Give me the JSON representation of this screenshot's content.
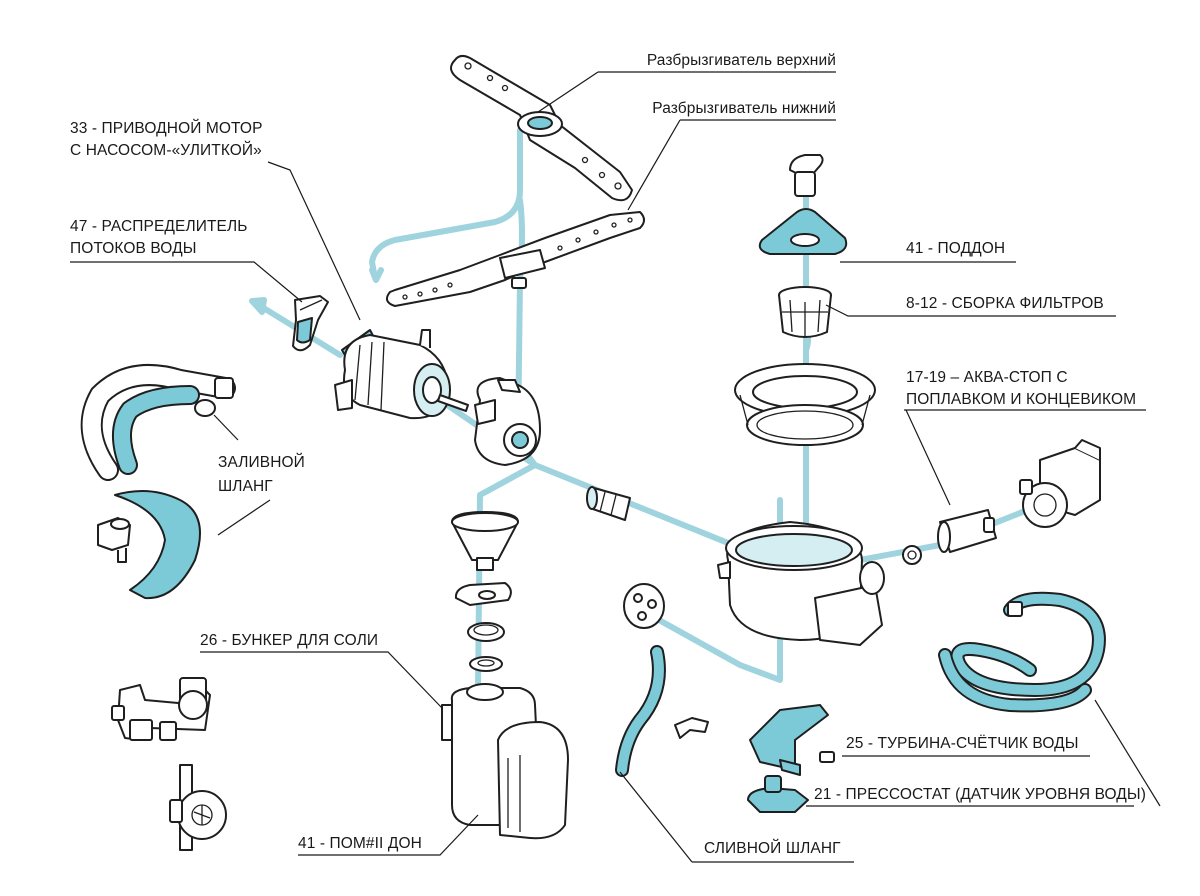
{
  "colors": {
    "accent_teal": "#7ccad7",
    "pipe_blue": "#9fd4df",
    "outline": "#1f1f1f",
    "background": "#ffffff"
  },
  "labels": {
    "spray_upper": "Разбрызгиватель верхний",
    "spray_lower": "Разбрызгиватель нижний",
    "motor_line1": "33 - ПРИВОДНОЙ МОТОР",
    "motor_line2": "С НАСОСОМ-«УЛИТКОЙ»",
    "distributor_line1": "47 - РАСПРЕДЕЛИТЕЛЬ",
    "distributor_line2": "ПОТОКОВ ВОДЫ",
    "inlet_line1": "ЗАЛИВНОЙ",
    "inlet_line2": "ШЛАНГ",
    "salt_bunker": "26 - БУНКЕР ДЛЯ СОЛИ",
    "bottom_left": "41 - ПОМ#II ДОН",
    "tray": "41 - ПОДДОН",
    "filters": "8-12 - СБОРКА ФИЛЬТРОВ",
    "aquastop_line1": "17-19 – АКВА-СТОП С",
    "aquastop_line2": "ПОПЛАВКОМ И КОНЦЕВИКОМ",
    "turbine": "25 - ТУРБИНА-СЧЁТЧИК ВОДЫ",
    "pressostat": "21 - ПРЕССОСТАТ (ДАТЧИК УРОВНЯ ВОДЫ)",
    "drain_hose": "СЛИВНОЙ ШЛАНГ"
  }
}
